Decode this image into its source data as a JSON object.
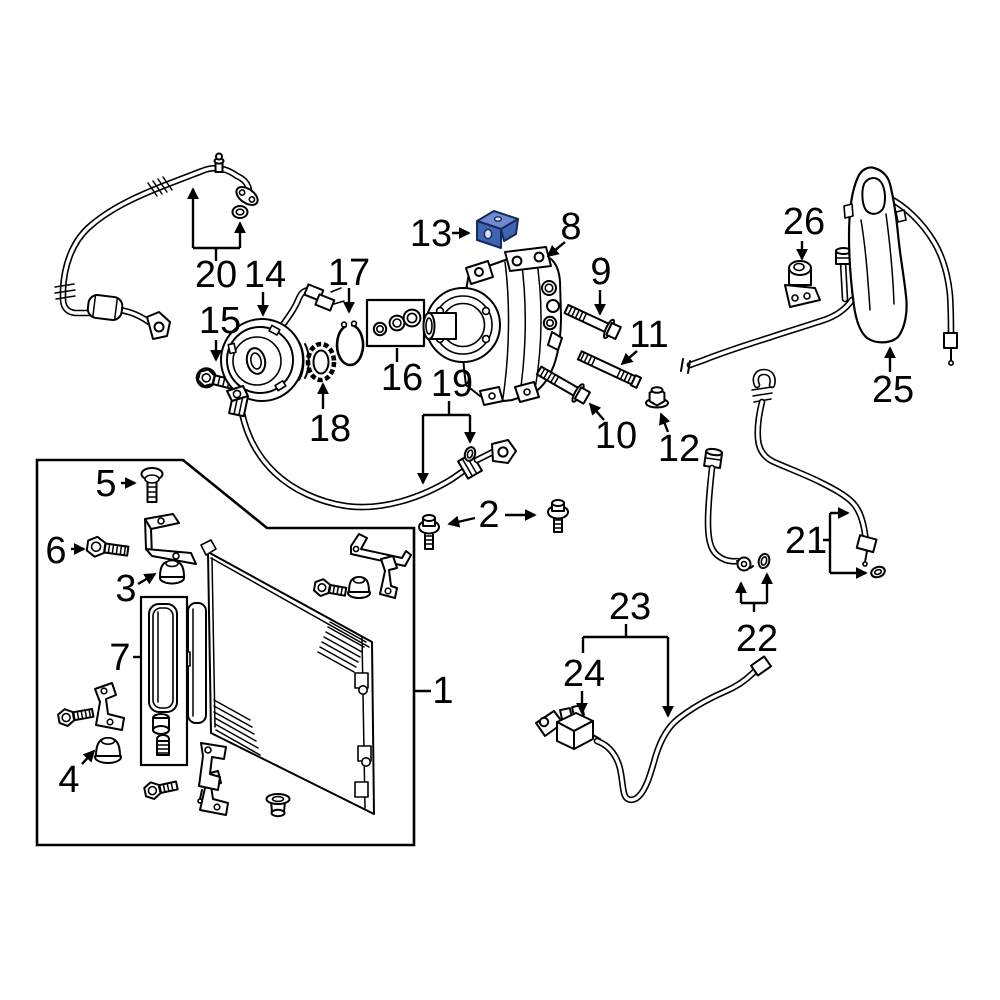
{
  "page": {
    "background": "#ffffff",
    "line_color": "#000000"
  },
  "diagram": {
    "type": "exploded-parts-diagram",
    "highlighted_callout": "13",
    "highlight": {
      "fill": "#4064b0",
      "fill_top": "#6f8bce",
      "stroke": "#152a60",
      "hole": "#d9e1f2"
    },
    "callouts": [
      {
        "label": "1"
      },
      {
        "label": "2"
      },
      {
        "label": "3"
      },
      {
        "label": "4"
      },
      {
        "label": "5"
      },
      {
        "label": "6"
      },
      {
        "label": "7"
      },
      {
        "label": "8"
      },
      {
        "label": "9"
      },
      {
        "label": "10"
      },
      {
        "label": "11"
      },
      {
        "label": "12"
      },
      {
        "label": "13"
      },
      {
        "label": "14"
      },
      {
        "label": "15"
      },
      {
        "label": "16"
      },
      {
        "label": "17"
      },
      {
        "label": "18"
      },
      {
        "label": "19"
      },
      {
        "label": "20"
      },
      {
        "label": "21"
      },
      {
        "label": "22"
      },
      {
        "label": "23"
      },
      {
        "label": "24"
      },
      {
        "label": "25"
      },
      {
        "label": "26"
      }
    ]
  }
}
